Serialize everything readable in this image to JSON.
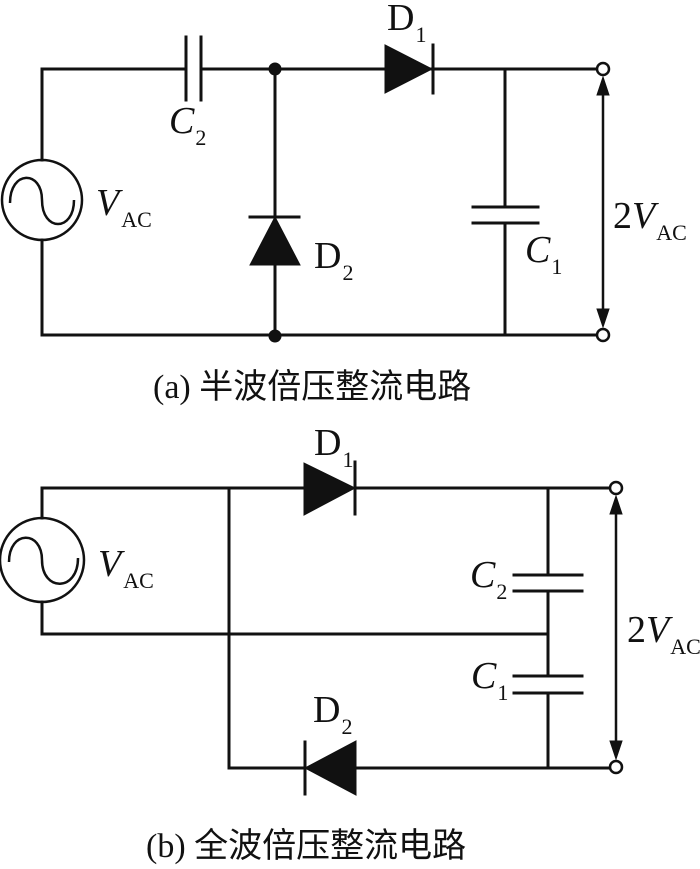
{
  "diagram": {
    "type": "circuit-schematic",
    "panels": [
      {
        "id": "a",
        "caption": "(a) 半波倍压整流电路",
        "source": {
          "symbol": "V",
          "subscript": "AC"
        },
        "components": [
          {
            "type": "capacitor",
            "symbol": "C",
            "subscript": "2",
            "placement": "series, top rail"
          },
          {
            "type": "diode",
            "symbol": "D",
            "subscript": "2",
            "placement": "shunt, anode at bottom rail, cathode at top node"
          },
          {
            "type": "diode",
            "symbol": "D",
            "subscript": "1",
            "placement": "series, top rail, pointing right"
          },
          {
            "type": "capacitor",
            "symbol": "C",
            "subscript": "1",
            "placement": "shunt across output"
          }
        ],
        "output": {
          "coefficient": "2",
          "symbol": "V",
          "subscript": "AC"
        }
      },
      {
        "id": "b",
        "caption": "(b) 全波倍压整流电路",
        "source": {
          "symbol": "V",
          "subscript": "AC"
        },
        "components": [
          {
            "type": "diode",
            "symbol": "D",
            "subscript": "1",
            "placement": "top rail, pointing right"
          },
          {
            "type": "diode",
            "symbol": "D",
            "subscript": "2",
            "placement": "bottom rail, pointing left"
          },
          {
            "type": "capacitor",
            "symbol": "C",
            "subscript": "2",
            "placement": "upper, right column"
          },
          {
            "type": "capacitor",
            "symbol": "C",
            "subscript": "1",
            "placement": "lower, right column"
          }
        ],
        "output": {
          "coefficient": "2",
          "symbol": "V",
          "subscript": "AC"
        }
      }
    ]
  },
  "icons": {
    "ac_source": "ac-voltage-source-icon",
    "diode": "diode-icon",
    "capacitor": "capacitor-icon",
    "terminal": "open-terminal-icon",
    "junction": "junction-dot-icon",
    "arrow": "double-arrow-icon"
  }
}
